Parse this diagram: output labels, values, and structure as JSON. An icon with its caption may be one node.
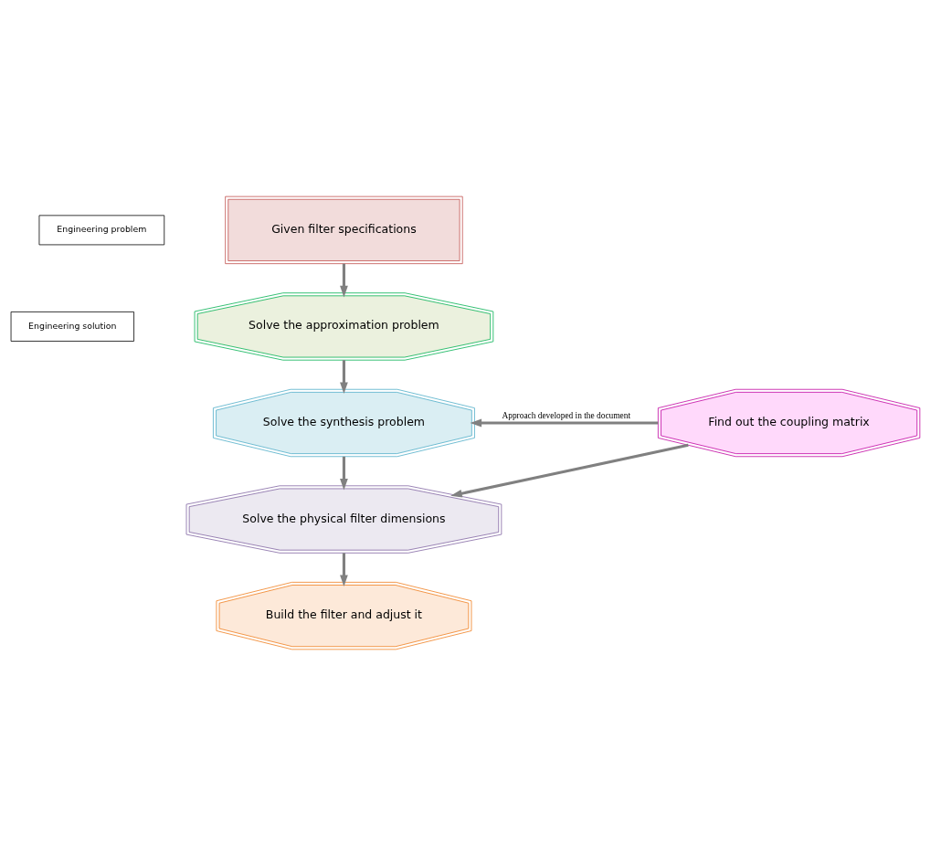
{
  "diagram": {
    "nodes": [
      {
        "text": [
          "Given filter specifications"
        ]
      },
      {
        "text": [
          "Solve the approximation problem"
        ]
      },
      {
        "text": [
          "Solve the synthesis problem"
        ]
      },
      {
        "text": [
          "Solve the physical filter dimensions"
        ]
      },
      {
        "text": [
          "Build the filter and adjust it"
        ]
      },
      {
        "text": [
          "Find out the coupling matrix"
        ]
      }
    ],
    "edges": [
      {
        "from": 0,
        "to": 1,
        "arrow": "to"
      },
      {
        "from": 1,
        "to": 2,
        "arrow": "to"
      },
      {
        "from": 2,
        "to": 3,
        "arrow": "to"
      },
      {
        "from": 3,
        "to": 4,
        "arrow": "to"
      },
      {
        "from": 5,
        "to": 2,
        "arrow": "to",
        "label": "Approach developed in the document"
      },
      {
        "from": 5,
        "to": 3,
        "arrow": "to"
      }
    ],
    "labels": [
      "Engineering problem",
      "Engineering solution"
    ]
  }
}
